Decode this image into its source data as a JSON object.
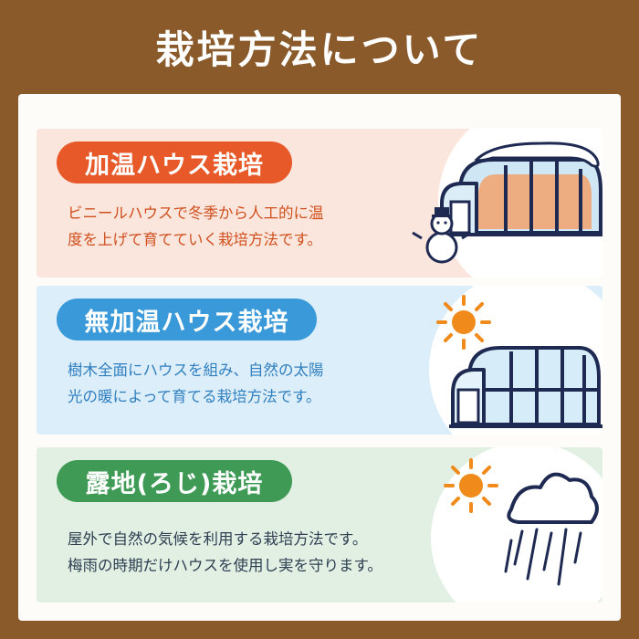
{
  "header": {
    "title": "栽培方法について"
  },
  "methods": [
    {
      "title": "加温ハウス栽培",
      "line1": "ビニールハウスで冬季から人工的に温",
      "line2": "度を上げて育てていく栽培方法です。",
      "illustration": "greenhouse-snow-snowman-icon",
      "accent": "#e8592a"
    },
    {
      "title": "無加温ハウス栽培",
      "line1": "樹木全面にハウスを組み、自然の太陽",
      "line2": "光の暖によって育てる栽培方法です。",
      "illustration": "greenhouse-sun-icon",
      "accent": "#3a9ad9"
    },
    {
      "title": "露地(ろじ)栽培",
      "line1": "屋外で自然の気候を利用する栽培方法です。",
      "line2": "梅雨の時期だけハウスを使用し実を守ります。",
      "illustration": "sun-rain-cloud-icon",
      "accent": "#3e9a55"
    }
  ]
}
